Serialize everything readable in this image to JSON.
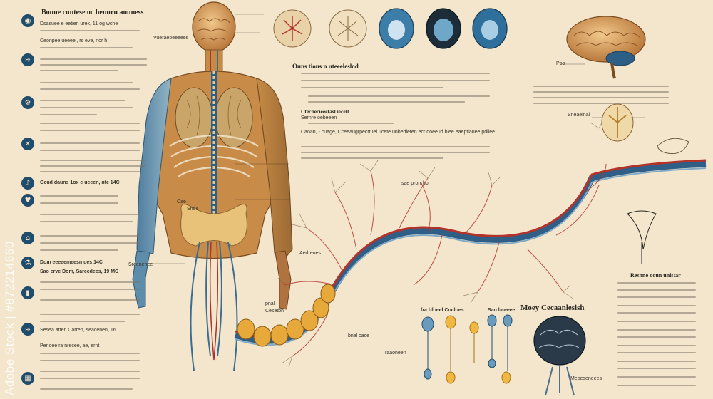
{
  "watermark": "Adobe Stock | #872214660",
  "headings": {
    "top_left": "Bouue cuutese oc henurn anuness",
    "upper_center": "Ouns tious n uteeeleslod",
    "sub_center": "Ctechecieeetasl iecetl",
    "right_panel": "Resnno ooun unistar",
    "bottom_right": "Moey Cecaanlesish",
    "neuron_left": "fra bfoeel Cocloes",
    "neuron_right": "Sao bceeee"
  },
  "left_panel_lines": [
    "Vueraeoeeeees",
    "Dsasuee e eetien urek, 11 og wche",
    "Ceonpee ueeeel, rs eve, nor h",
    "Oeud dauns 1ox e ueeen, nte 14C",
    "Dom eeeeemeesn ues 14C",
    "Sao erve Dom, Sarecdees, 19 MC",
    "Sesea atten Carren, seacenen, 16",
    "Penoee ra nrecee, ae, ernt"
  ],
  "left_icons": [
    "brain-icon",
    "nerve-icon",
    "gear-icon",
    "x-icon",
    "speaker-icon",
    "heart-icon",
    "lung-icon",
    "flask-icon",
    "thermometer-icon",
    "water-icon",
    "scan-icon"
  ],
  "center_text": {
    "body_label": "Sernre oebeeen",
    "body_detail": "Caoan, - cuage, Cceeaugrpecrtuel ucete unbedieten ecr doeeud blee eaeptiauee pdiiee"
  },
  "body_labels": [
    "Sreenenee",
    "Cae",
    "Shoe",
    "pnal",
    "Cesetbh",
    "Aedreoes",
    "bnal cace"
  ],
  "nerve_labels": [
    "sae prorr bor",
    "raaoneen",
    "Meoeseneees",
    "Sneaeinal"
  ],
  "brain_label": "Poo"
}
